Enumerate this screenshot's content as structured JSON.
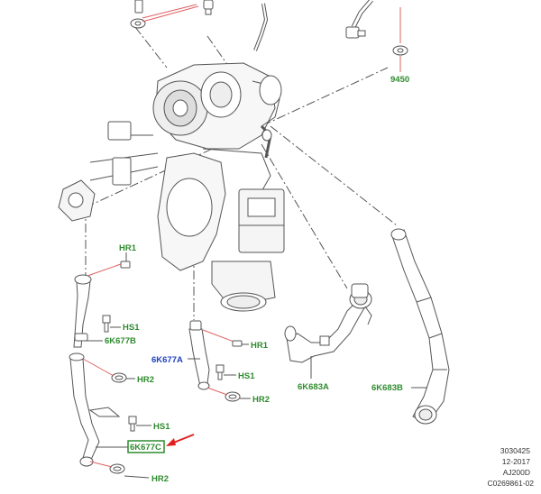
{
  "labels": {
    "part_9450": "9450",
    "hr1_left": "HR1",
    "hs1_left": "HS1",
    "part_6k677b": "6K677B",
    "hr2_left": "HR2",
    "part_6k677a": "6K677A",
    "hr1_mid": "HR1",
    "hs1_mid": "HS1",
    "hr2_mid": "HR2",
    "hs1_bottom": "HS1",
    "part_6k677c": "6K677C",
    "hr2_bottom": "HR2",
    "part_6k683a": "6K683A",
    "part_6k683b": "6K683B"
  },
  "reference": {
    "line1": "3030425",
    "line2": "12-2017",
    "line3": "AJ200D",
    "line4": "C0269861-02"
  },
  "colors": {
    "green_label": "#2e8b2e",
    "blue_label": "#1f3fbf",
    "leader_red": "#e06060",
    "arrow_red": "#e02020",
    "highlight_green": "#2e8b2e",
    "line_art": "#555555"
  }
}
